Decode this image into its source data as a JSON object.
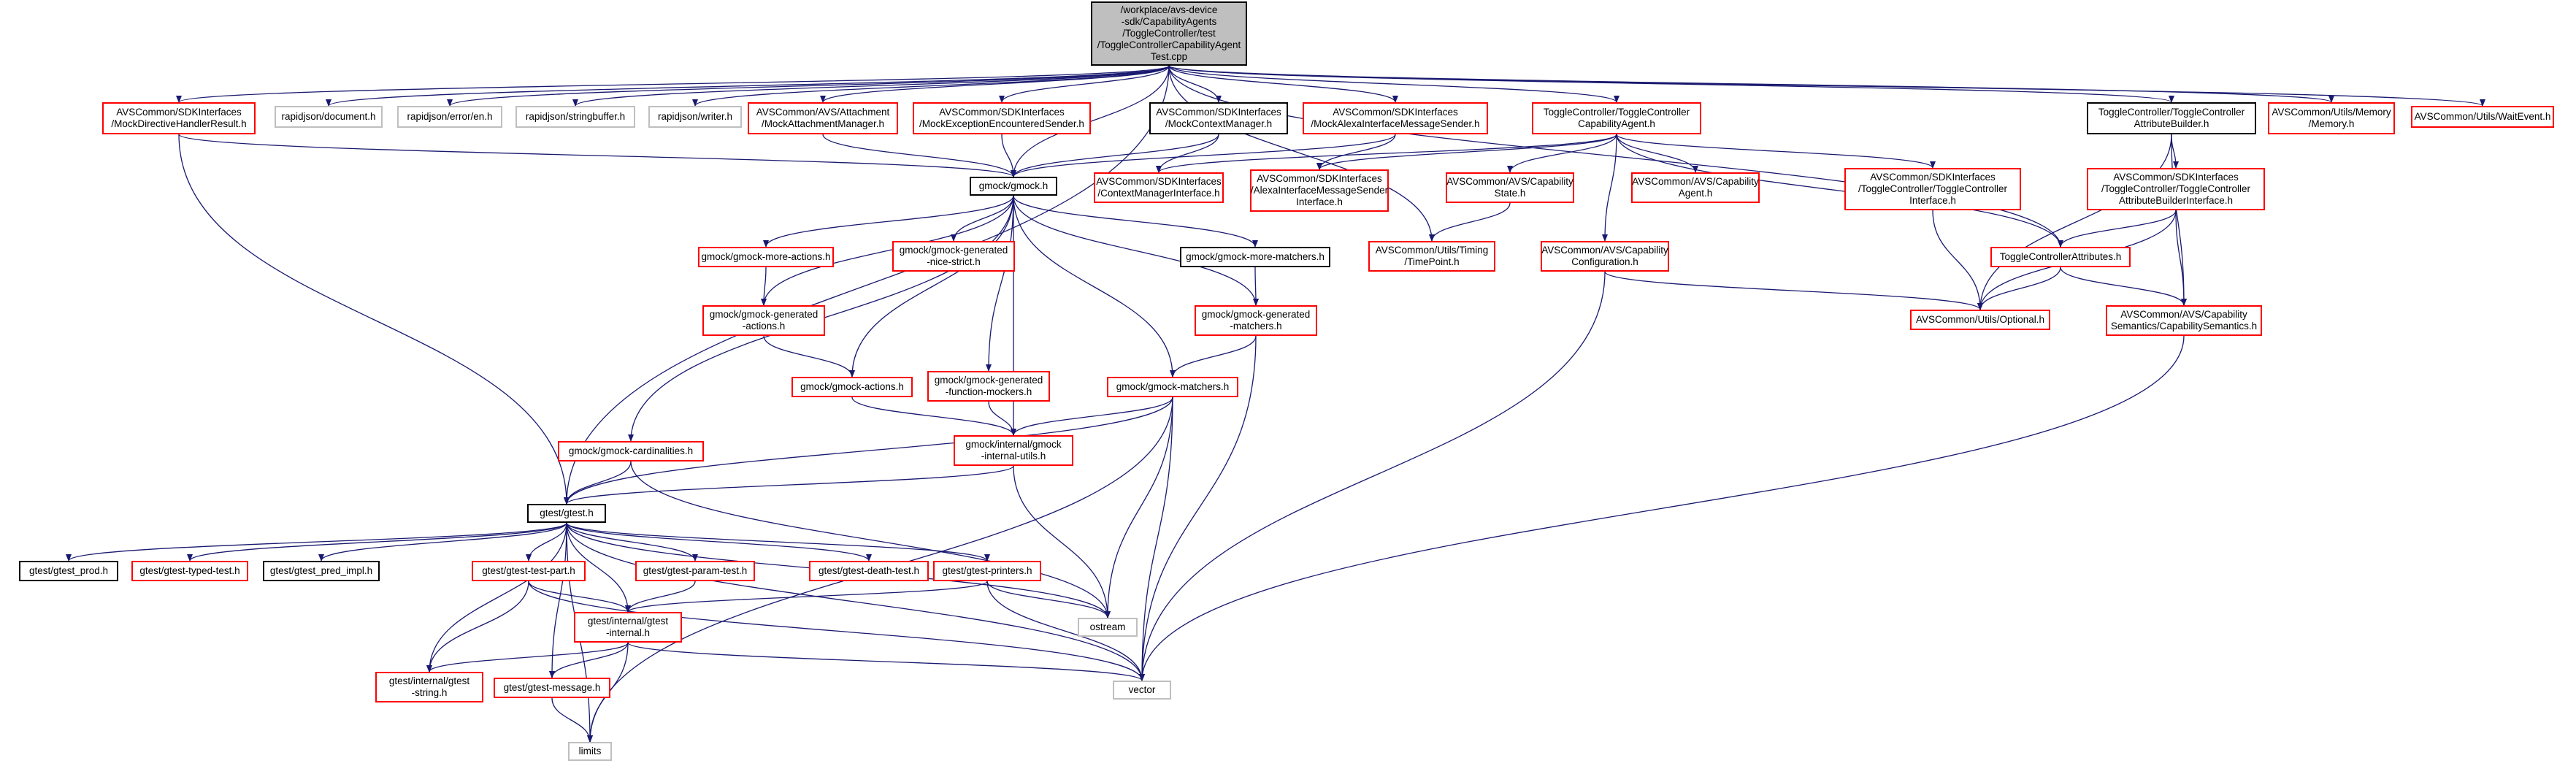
{
  "graph": {
    "root": {
      "label": "/workplace/avs-device\n-sdk/CapabilityAgents\n/ToggleController/test\n/ToggleControllerCapabilityAgent\nTest.cpp"
    },
    "nodes": {
      "n_mockdirective": {
        "label": "AVSCommon/SDKInterfaces\n/MockDirectiveHandlerResult.h"
      },
      "n_rj_document": {
        "label": "rapidjson/document.h"
      },
      "n_rj_erroren": {
        "label": "rapidjson/error/en.h"
      },
      "n_rj_stringbuffer": {
        "label": "rapidjson/stringbuffer.h"
      },
      "n_rj_writer": {
        "label": "rapidjson/writer.h"
      },
      "n_mockattachment": {
        "label": "AVSCommon/AVS/Attachment\n/MockAttachmentManager.h"
      },
      "n_mockexception": {
        "label": "AVSCommon/SDKInterfaces\n/MockExceptionEncounteredSender.h"
      },
      "n_mockcontext": {
        "label": "AVSCommon/SDKInterfaces\n/MockContextManager.h"
      },
      "n_mockalexa": {
        "label": "AVSCommon/SDKInterfaces\n/MockAlexaInterfaceMessageSender.h"
      },
      "n_tc_agent": {
        "label": "ToggleController/ToggleController\nCapabilityAgent.h"
      },
      "n_tc_attrbuilder": {
        "label": "ToggleController/ToggleController\nAttributeBuilder.h"
      },
      "n_memory": {
        "label": "AVSCommon/Utils/Memory\n/Memory.h"
      },
      "n_waitevent": {
        "label": "AVSCommon/Utils/WaitEvent.h"
      },
      "n_gmock": {
        "label": "gmock/gmock.h"
      },
      "n_contextmgr": {
        "label": "AVSCommon/SDKInterfaces\n/ContextManagerInterface.h"
      },
      "n_alexasender": {
        "label": "AVSCommon/SDKInterfaces\n/AlexaInterfaceMessageSender\nInterface.h"
      },
      "n_capstate": {
        "label": "AVSCommon/AVS/Capability\nState.h"
      },
      "n_capagent": {
        "label": "AVSCommon/AVS/Capability\nAgent.h"
      },
      "n_tc_interface": {
        "label": "AVSCommon/SDKInterfaces\n/ToggleController/ToggleController\nInterface.h"
      },
      "n_attrbuilderif": {
        "label": "AVSCommon/SDKInterfaces\n/ToggleController/ToggleController\nAttributeBuilderInterface.h"
      },
      "n_moreactions": {
        "label": "gmock/gmock-more-actions.h"
      },
      "n_nicestrict": {
        "label": "gmock/gmock-generated\n-nice-strict.h"
      },
      "n_morematchers": {
        "label": "gmock/gmock-more-matchers.h"
      },
      "n_timepoint": {
        "label": "AVSCommon/Utils/Timing\n/TimePoint.h"
      },
      "n_capconfig": {
        "label": "AVSCommon/AVS/Capability\nConfiguration.h"
      },
      "n_tc_attributes": {
        "label": "ToggleControllerAttributes.h"
      },
      "n_optional": {
        "label": "AVSCommon/Utils/Optional.h"
      },
      "n_capsemantics": {
        "label": "AVSCommon/AVS/Capability\nSemantics/CapabilitySemantics.h"
      },
      "n_genactions": {
        "label": "gmock/gmock-generated\n-actions.h"
      },
      "n_genmatchers": {
        "label": "gmock/gmock-generated\n-matchers.h"
      },
      "n_actions": {
        "label": "gmock/gmock-actions.h"
      },
      "n_funcmockers": {
        "label": "gmock/gmock-generated\n-function-mockers.h"
      },
      "n_matchers": {
        "label": "gmock/gmock-matchers.h"
      },
      "n_cardinalities": {
        "label": "gmock/gmock-cardinalities.h"
      },
      "n_internalutils": {
        "label": "gmock/internal/gmock\n-internal-utils.h"
      },
      "n_gtest": {
        "label": "gtest/gtest.h"
      },
      "n_gtest_prod": {
        "label": "gtest/gtest_prod.h"
      },
      "n_typedtest": {
        "label": "gtest/gtest-typed-test.h"
      },
      "n_pred_impl": {
        "label": "gtest/gtest_pred_impl.h"
      },
      "n_testpart": {
        "label": "gtest/gtest-test-part.h"
      },
      "n_paramtest": {
        "label": "gtest/gtest-param-test.h"
      },
      "n_deathtest": {
        "label": "gtest/gtest-death-test.h"
      },
      "n_printers": {
        "label": "gtest/gtest-printers.h"
      },
      "n_ostream": {
        "label": "ostream"
      },
      "n_gtest_internal": {
        "label": "gtest/internal/gtest\n-internal.h"
      },
      "n_internal_string": {
        "label": "gtest/internal/gtest\n-string.h"
      },
      "n_message": {
        "label": "gtest/gtest-message.h"
      },
      "n_vector": {
        "label": "vector"
      },
      "n_limits": {
        "label": "limits"
      }
    }
  },
  "colors": {
    "edge": "#191970",
    "red_border": "#ff0000",
    "gray_border": "#bfbfbf",
    "black_border": "#000000",
    "root_fill": "#bfbfbf"
  }
}
